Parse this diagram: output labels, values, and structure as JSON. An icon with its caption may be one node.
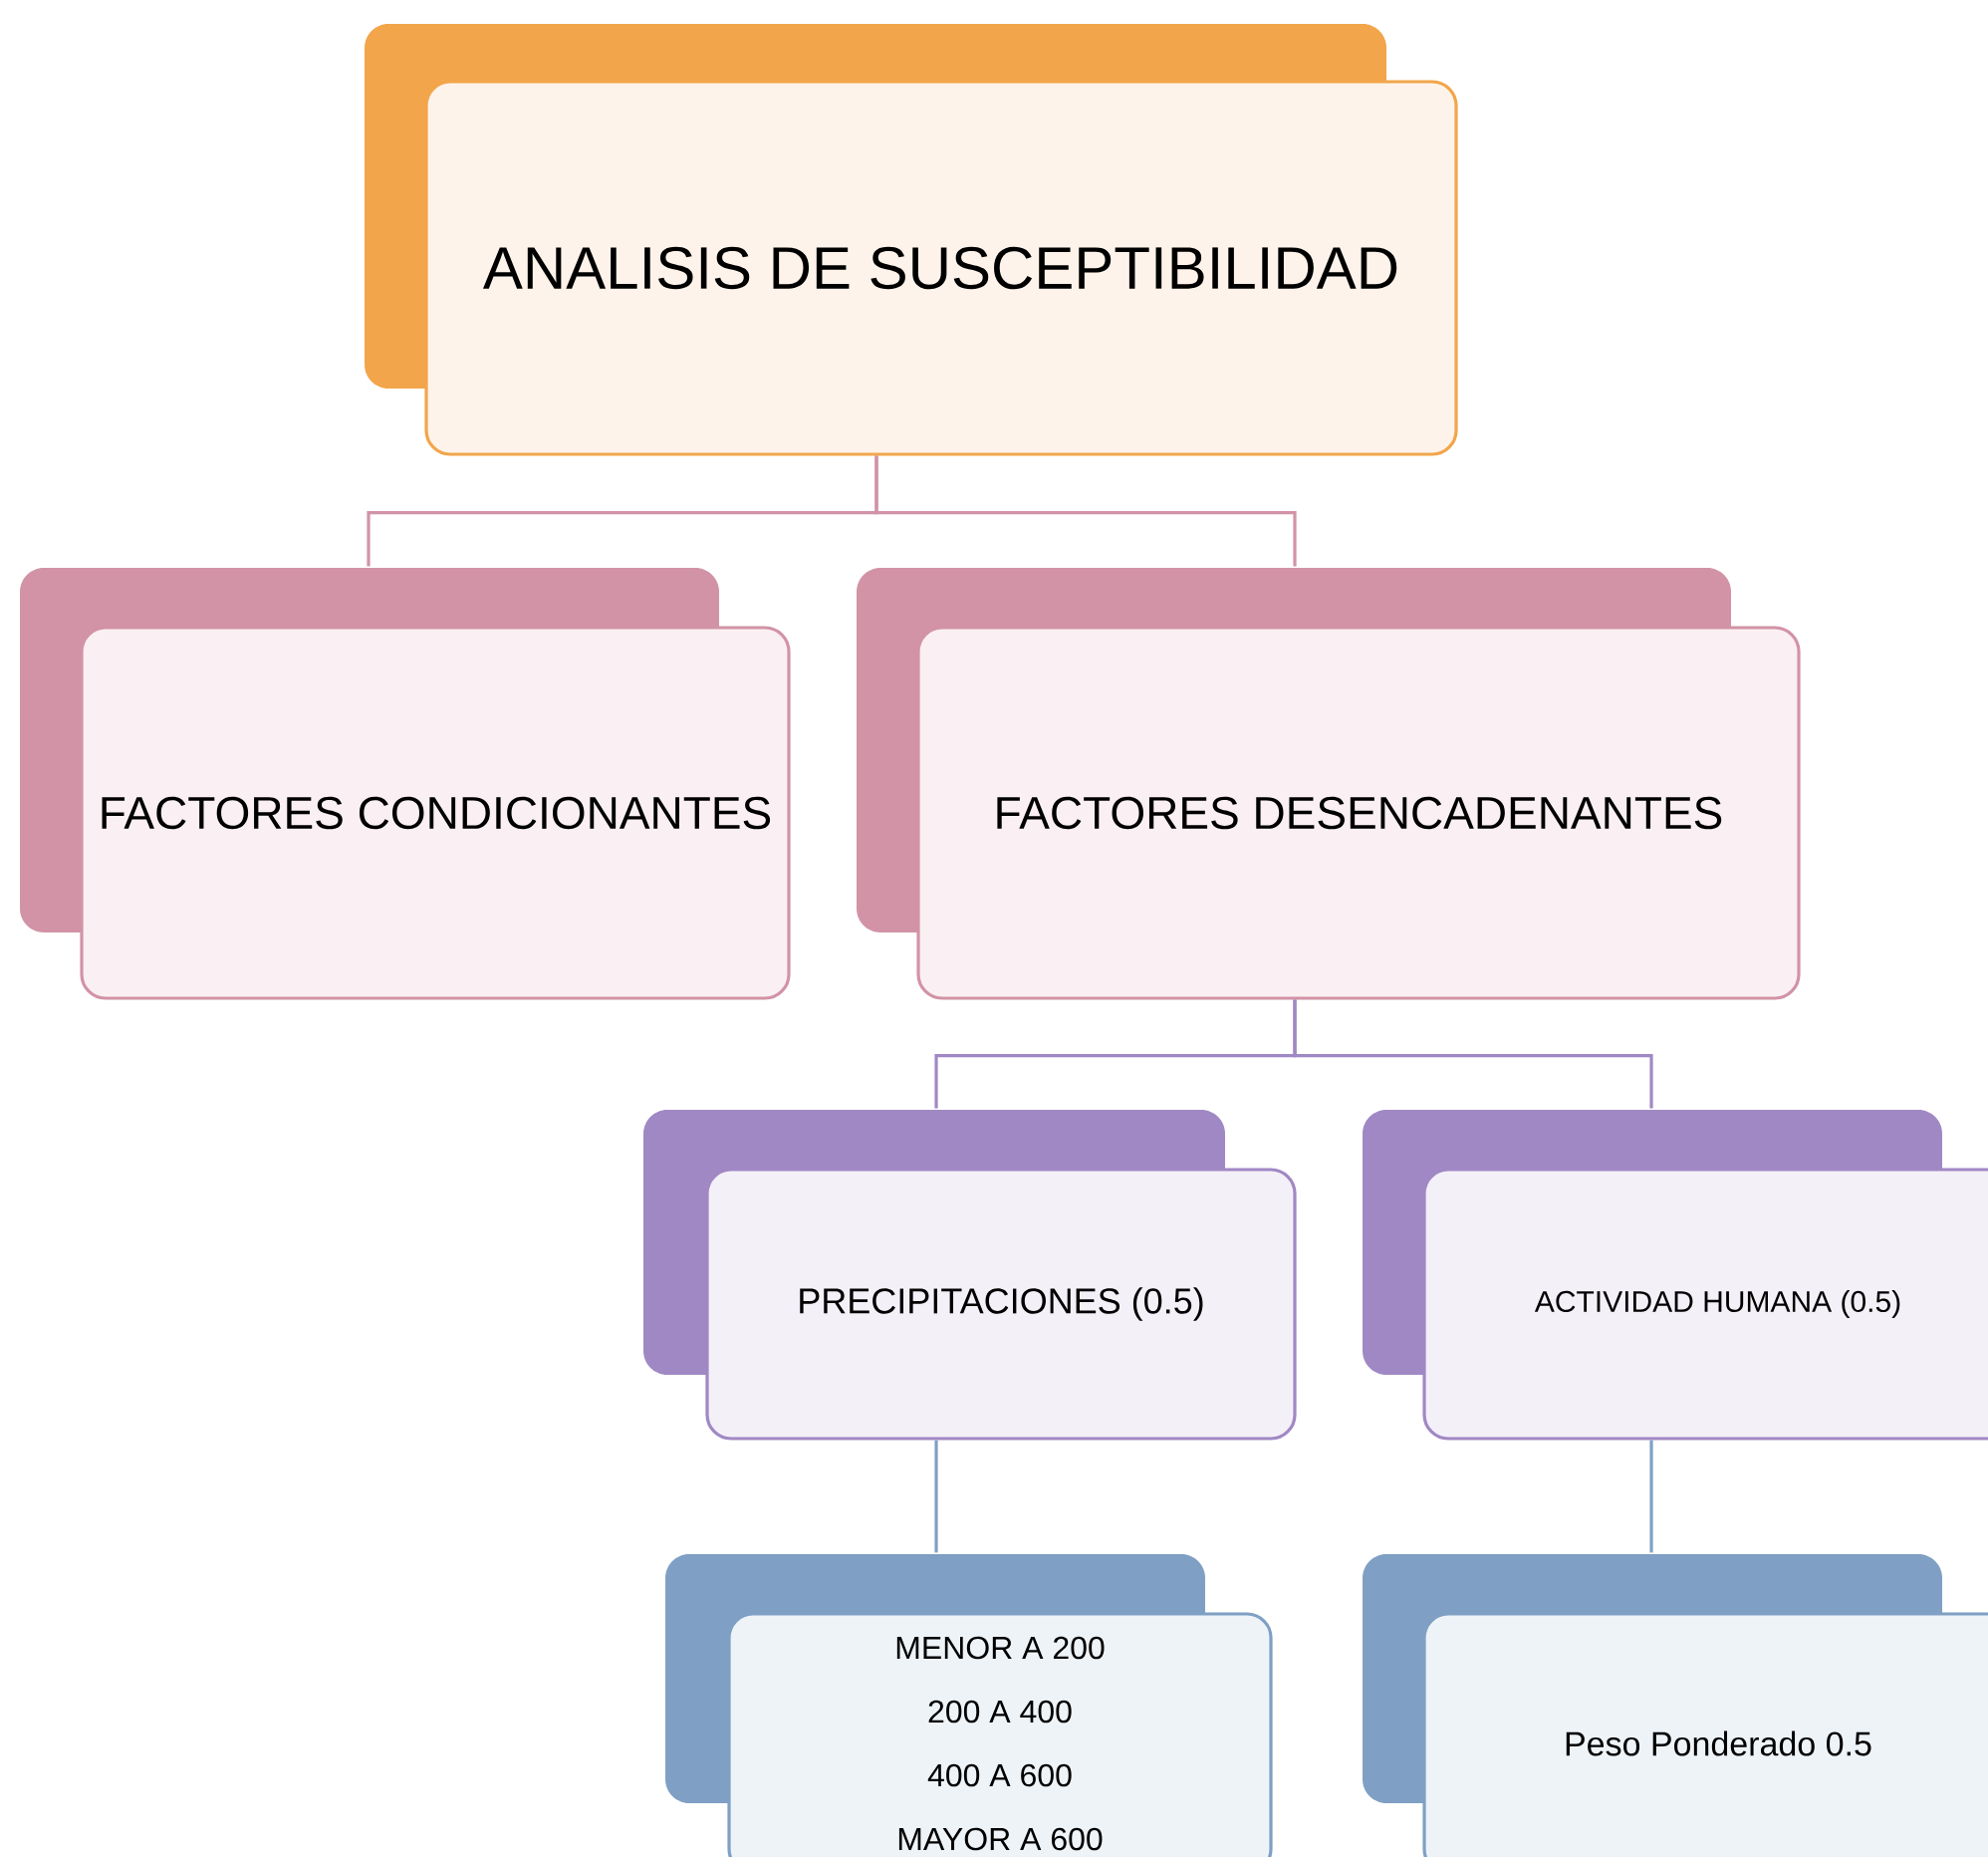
{
  "diagram": {
    "nodes": [
      {
        "text": [
          "ANALISIS DE SUSCEPTIBILIDAD"
        ]
      },
      {
        "text": [
          "FACTORES CONDICIONANTES"
        ]
      },
      {
        "text": [
          "FACTORES DESENCADENANTES"
        ]
      },
      {
        "text": [
          "PRECIPITACIONES (0.5)"
        ]
      },
      {
        "text": [
          "ACTIVIDAD HUMANA (0.5)"
        ]
      },
      {
        "text": [
          "MENOR A 200",
          "200 A 400",
          "400 A 600",
          "MAYOR A 600"
        ]
      },
      {
        "text": [
          "Peso Ponderado 0.5"
        ]
      }
    ],
    "edges": [
      {
        "from": 0,
        "to": 1,
        "arrow": "none",
        "color": "#d293a6"
      },
      {
        "from": 0,
        "to": 2,
        "arrow": "none",
        "color": "#d293a6"
      },
      {
        "from": 2,
        "to": 3,
        "arrow": "none",
        "color": "#a088c4"
      },
      {
        "from": 2,
        "to": 4,
        "arrow": "none",
        "color": "#a088c4"
      },
      {
        "from": 3,
        "to": 5,
        "arrow": "none",
        "color": "#7fa0c4"
      },
      {
        "from": 4,
        "to": 6,
        "arrow": "none",
        "color": "#7fa0c4"
      }
    ]
  }
}
